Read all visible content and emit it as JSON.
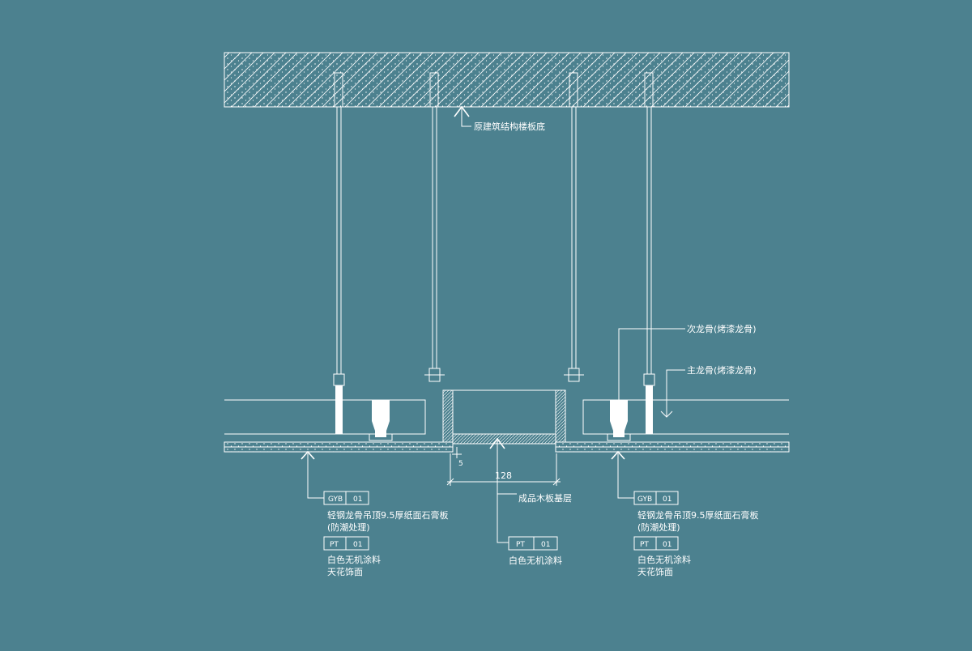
{
  "colors": {
    "background": "#4c818f",
    "line": "#ffffff"
  },
  "labels": {
    "slab": "原建筑结构楼板底",
    "side_keel": "次龙骨(烤漆龙骨)",
    "main_keel": "主龙骨(烤漆龙骨)",
    "base_board": "成品木板基层",
    "left_board_1": "轻钢龙骨吊顶9.5厚纸面石膏板",
    "left_board_2": "(防潮处理)",
    "left_paint_1": "白色无机涂料",
    "left_paint_2": "天花饰面",
    "center_paint": "白色无机涂料",
    "right_board_1": "轻钢龙骨吊顶9.5厚纸面石膏板",
    "right_board_2": "(防潮处理)",
    "right_paint_1": "白色无机涂料",
    "right_paint_2": "天花饰面",
    "gap_dim": "5",
    "width_dim": "128"
  },
  "tags": {
    "left_board": [
      "GYB",
      "01"
    ],
    "left_paint": [
      "PT",
      "01"
    ],
    "center_paint": [
      "PT",
      "01"
    ],
    "right_board": [
      "GYB",
      "01"
    ],
    "right_paint": [
      "PT",
      "01"
    ]
  }
}
